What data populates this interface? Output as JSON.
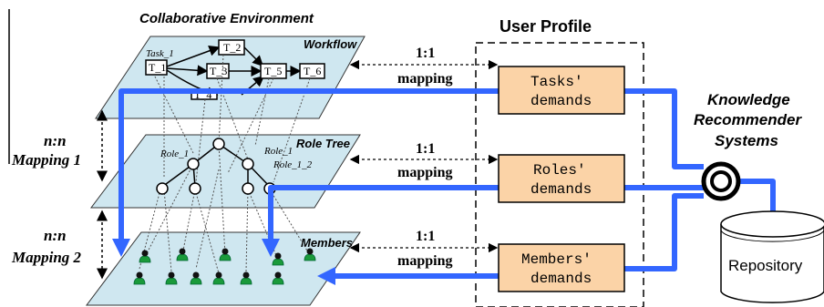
{
  "title": "Collaborative Environment",
  "user_profile": {
    "title": "User Profile",
    "demands": [
      {
        "line1": "Tasks'",
        "line2": "demands"
      },
      {
        "line1": "Roles'",
        "line2": "demands"
      },
      {
        "line1": "Members'",
        "line2": "demands"
      }
    ]
  },
  "layers": {
    "workflow": "Workflow",
    "role_tree": "Role Tree",
    "members": "Members"
  },
  "workflow": {
    "task_label": "Task_1",
    "tasks": [
      "T_1",
      "T_2",
      "T_3",
      "T_4",
      "T_5",
      "T_6"
    ]
  },
  "role_tree": {
    "role1a": "Role_1",
    "role1b": "Role_1",
    "role12": "Role_1_2"
  },
  "mappings": [
    {
      "ratio": "1:1",
      "label": "mapping"
    },
    {
      "ratio": "1:1",
      "label": "mapping"
    },
    {
      "ratio": "1:1",
      "label": "mapping"
    }
  ],
  "nn_mappings": [
    {
      "ratio": "n:n",
      "label": "Mapping 1"
    },
    {
      "ratio": "n:n",
      "label": "Mapping 2"
    }
  ],
  "krs": {
    "line1": "Knowledge",
    "line2": "Recommender",
    "line3": "Systems"
  },
  "repository": "Repository",
  "colors": {
    "plane_fill": "#cfe7f0",
    "demand_fill": "#fbd3a7",
    "flow_blue": "#3366ff",
    "member_green": "#1a9a3a"
  }
}
